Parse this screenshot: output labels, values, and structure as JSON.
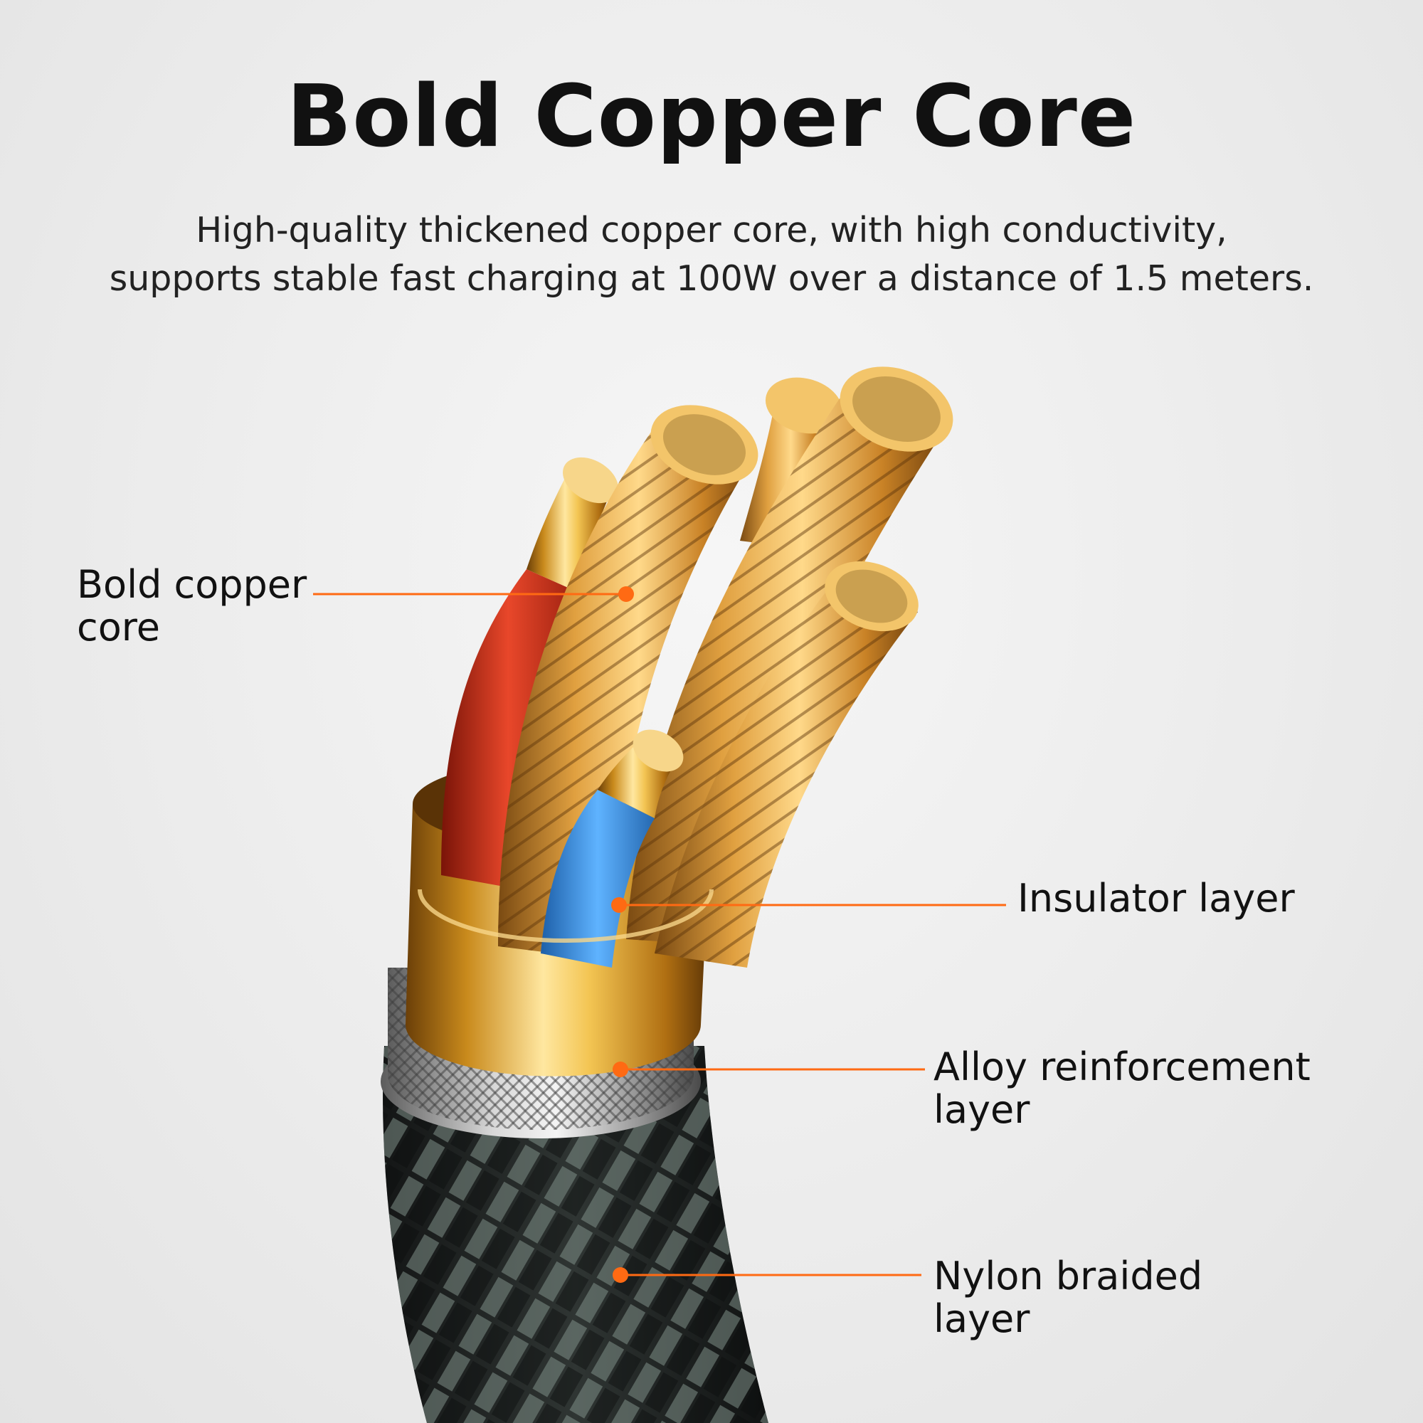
{
  "title": "Bold Copper Core",
  "subtitle": {
    "line1": "High-quality thickened copper core, with high conductivity,",
    "line2": "supports stable fast charging at 100W over a distance of 1.5 meters."
  },
  "labels": {
    "copper_core": {
      "line1": "Bold copper",
      "line2": "core"
    },
    "insulator": {
      "line1": "Insulator layer"
    },
    "alloy": {
      "line1": "Alloy reinforcement",
      "line2": "layer"
    },
    "nylon": {
      "line1": "Nylon braided",
      "line2": "layer"
    }
  },
  "colors": {
    "callout": "#ff6a13",
    "copper": "#d8952e",
    "gold": "#e8b84a",
    "red_insulator": "#d8331a",
    "blue_insulator": "#3a8fe0",
    "braid": "#2a2e2d"
  }
}
